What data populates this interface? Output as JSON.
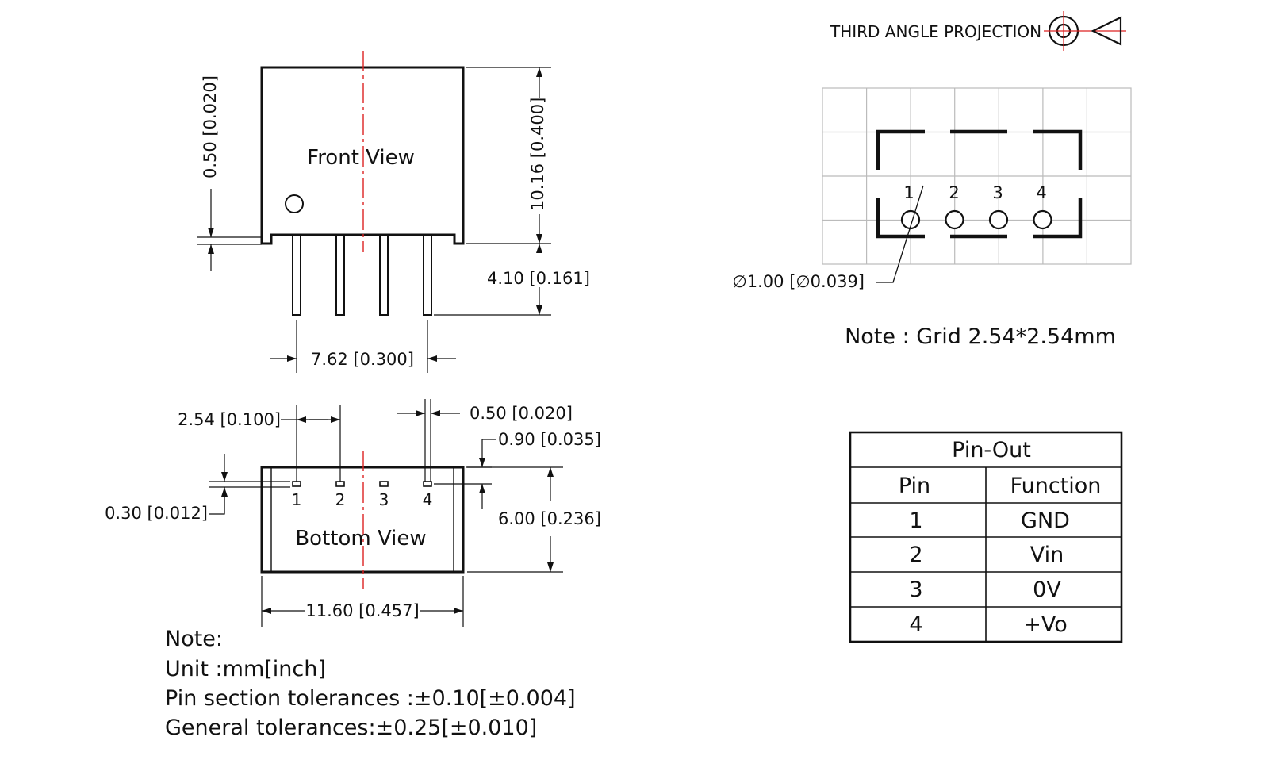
{
  "projection": {
    "label": "THIRD ANGLE PROJECTION"
  },
  "front_view": {
    "title": "Front View",
    "dims": {
      "standoff": "0.50 [0.020]",
      "height": "10.16 [0.400]",
      "pin_length": "4.10 [0.161]",
      "pin_span": "7.62 [0.300]"
    }
  },
  "bottom_view": {
    "title": "Bottom View",
    "pin_numbers": [
      "1",
      "2",
      "3",
      "4"
    ],
    "dims": {
      "pitch": "2.54 [0.100]",
      "pin_width": "0.50 [0.020]",
      "pin_edge_offset": "0.90 [0.035]",
      "pin_thickness": "0.30 [0.012]",
      "depth": "6.00 [0.236]",
      "width": "11.60 [0.457]"
    }
  },
  "pcb_layout": {
    "pin_numbers": [
      "1",
      "2",
      "3",
      "4"
    ],
    "hole_dim": "∅1.00 [∅0.039]",
    "grid_note": "Note : Grid 2.54*2.54mm"
  },
  "notes": {
    "heading": "Note:",
    "lines": [
      "Unit :mm[inch]",
      "Pin section tolerances :±0.10[±0.004]",
      "General tolerances:±0.25[±0.010]"
    ]
  },
  "pinout_table": {
    "title": "Pin-Out",
    "headers": [
      "Pin",
      "Function"
    ],
    "rows": [
      {
        "pin": "1",
        "function": "GND"
      },
      {
        "pin": "2",
        "function": "Vin"
      },
      {
        "pin": "3",
        "function": "0V"
      },
      {
        "pin": "4",
        "function": "+Vo"
      }
    ]
  }
}
